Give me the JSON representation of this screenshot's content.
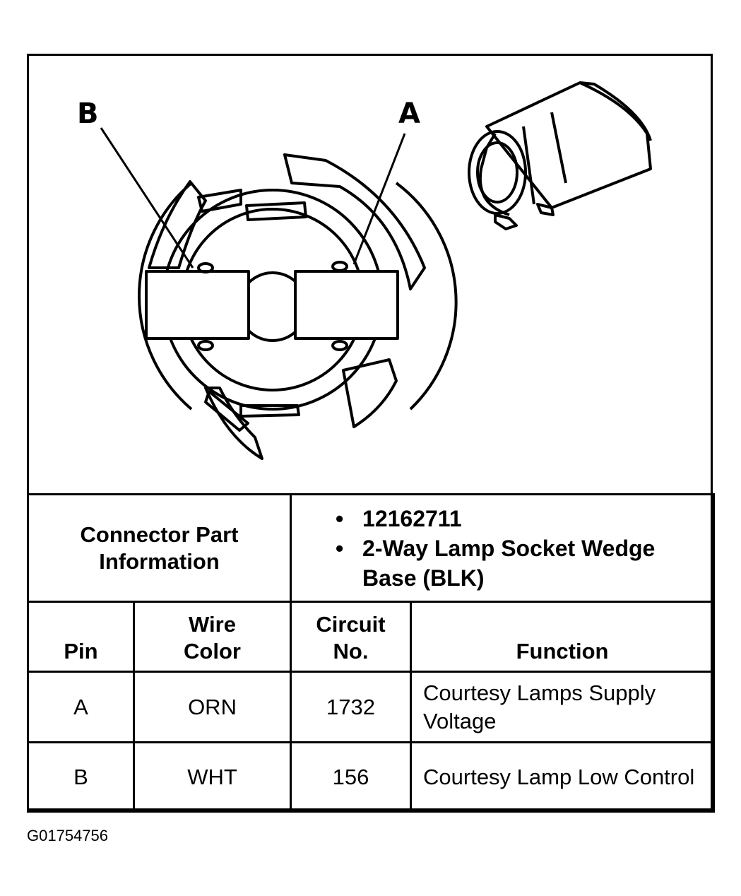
{
  "diagram": {
    "pin_labels": [
      "B",
      "A"
    ]
  },
  "connector_info": {
    "heading": "Connector Part Information",
    "items": [
      "12162711",
      "2-Way Lamp Socket Wedge Base (BLK)"
    ]
  },
  "table": {
    "headers": {
      "pin": "Pin",
      "wire_color_line1": "Wire",
      "wire_color_line2": "Color",
      "circuit_line1": "Circuit",
      "circuit_line2": "No.",
      "function": "Function"
    },
    "rows": [
      {
        "pin": "A",
        "wire_color": "ORN",
        "circuit": "1732",
        "function": "Courtesy Lamps Supply Voltage"
      },
      {
        "pin": "B",
        "wire_color": "WHT",
        "circuit": "156",
        "function": "Courtesy Lamp Low Control"
      }
    ]
  },
  "figure_id": "G01754756"
}
